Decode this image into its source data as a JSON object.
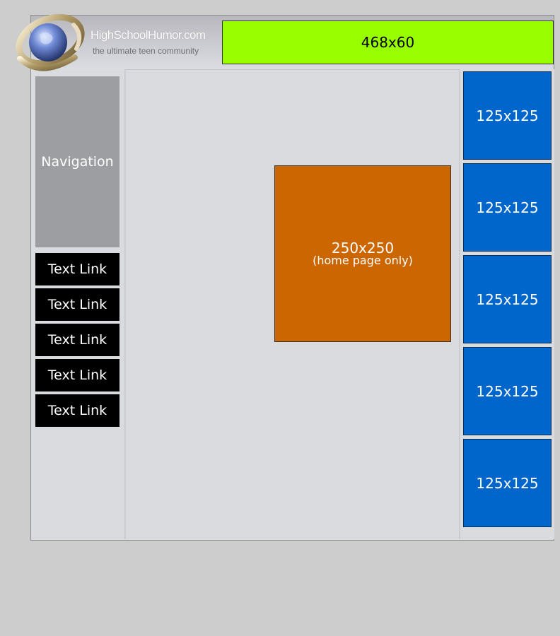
{
  "header": {
    "site_title": "HighSchoolHumor.com",
    "tagline": "the ultimate teen community",
    "banner_ad": "468x60"
  },
  "left_column": {
    "navigation_label": "Navigation",
    "text_links": [
      "Text Link",
      "Text Link",
      "Text Link",
      "Text Link",
      "Text Link"
    ]
  },
  "main": {
    "ad_size": "250x250",
    "ad_note": "(home page only)"
  },
  "right_column": {
    "ads": [
      "125x125",
      "125x125",
      "125x125",
      "125x125",
      "125x125"
    ]
  },
  "colors": {
    "banner_ad": "#99ff00",
    "main_ad": "#cc6600",
    "side_ads": "#0066cc",
    "navigation_box": "#9d9ea2",
    "text_links": "#000000",
    "page_background": "#cdcdcd",
    "content_background": "#dadbdf"
  },
  "icons": {
    "logo": "globe-with-ring-logo-icon"
  }
}
